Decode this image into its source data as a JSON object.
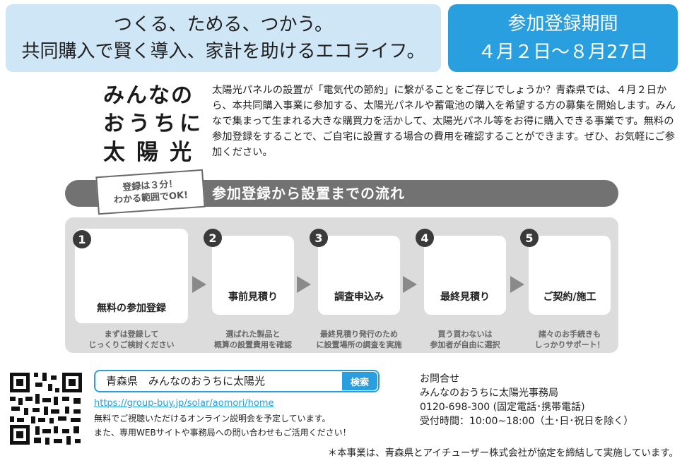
{
  "header": {
    "slogan_line1": "つくる、ためる、つかう。",
    "slogan_line2": "共同購入で賢く導入、家計を助けるエコライフ。",
    "period_label": "参加登録期間",
    "period_dates": "４月２日～８月27日"
  },
  "intro": {
    "catch_line1": "みんなの",
    "catch_line2": "おうちに",
    "catch_line3": "太陽光",
    "paragraph": "太陽光パネルの設置が「電気代の節約」に繋がることをご存じでしょうか？青森県では、４月２日から、本共同購入事業に参加する、太陽光パネルや蓄電池の購入を希望する方の募集を開始します。みんなで集まって生まれる大きな購買力を活かして、太陽光パネル等をお得に購入できる事業です。無料の参加登録をすることで、ご自宅に設置する場合の費用を確認することができます。ぜひ、お気軽にご参加ください。"
  },
  "flow": {
    "badge_line1": "登録は３分！",
    "badge_line2": "わかる範囲でOK!",
    "title": "参加登録から設置までの流れ",
    "steps": [
      {
        "num": "1",
        "label": "無料の参加登録",
        "cap1": "まずは登録して",
        "cap2": "じっくりご検討ください"
      },
      {
        "num": "2",
        "label": "事前見積り",
        "cap1": "選ばれた製品と",
        "cap2": "概算の設置費用を確認"
      },
      {
        "num": "3",
        "label": "調査申込み",
        "cap1": "最終見積り発行のため",
        "cap2": "に設置場所の調査を実施"
      },
      {
        "num": "4",
        "label": "最終見積り",
        "cap1": "買う買わないは",
        "cap2": "参加者が自由に選択"
      },
      {
        "num": "5",
        "label": "ご契約/施工",
        "cap1": "諸々のお手続きも",
        "cap2": "しっかりサポート！"
      }
    ]
  },
  "search": {
    "query": "青森県　みんなのおうちに太陽光",
    "button_label": "検索"
  },
  "links": {
    "url": "https://group-buy.jp/solar/aomori/home",
    "note_line1": "無料でご視聴いただけるオンライン説明会を予定しています。",
    "note_line2": "また、専用WEBサイトや事務局への問い合わせもご活用ください！"
  },
  "contact": {
    "heading": "お問合せ",
    "office": "みんなのおうちに太陽光事務局",
    "phone": "0120-698-300 (固定電話･携帯電話)",
    "hours": "受付時間：10:00~18:00（土･日･祝日を除く）"
  },
  "footer": {
    "note": "＊本事業は、青森県とアイチューザー株式会社が協定を締結して実施しています。"
  },
  "colors": {
    "accent_blue": "#2a9fe0",
    "header_light_blue": "#cfe6f6",
    "flow_gray": "#727272"
  }
}
